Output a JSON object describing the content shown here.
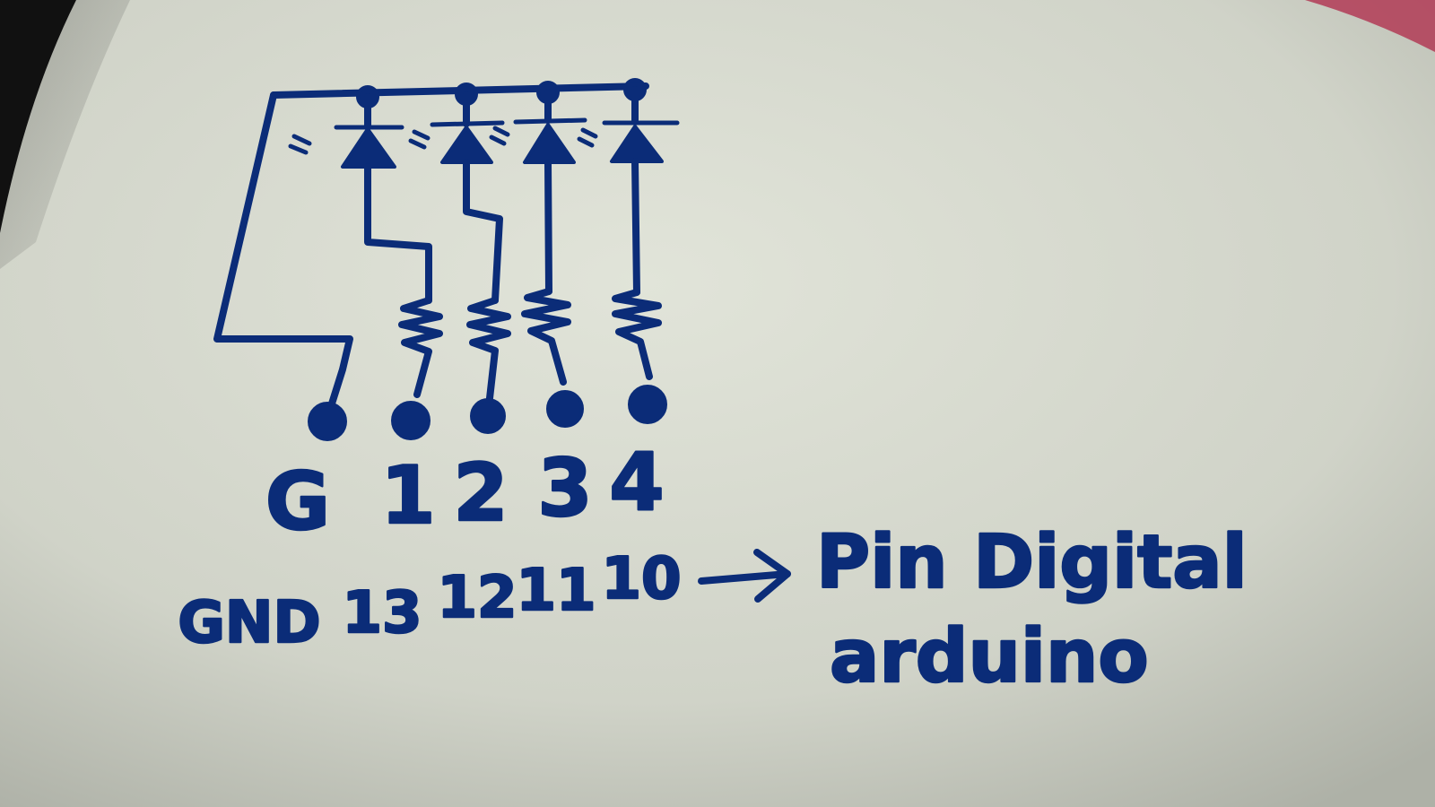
{
  "colors": {
    "ink": "#0b2c78",
    "paper": "#dde0d5",
    "paper_shadow": "#b9bcb2",
    "background": "#111111"
  },
  "diagram": {
    "components": [
      "led-1",
      "led-2",
      "led-3",
      "led-4",
      "resistor-1",
      "resistor-2",
      "resistor-3",
      "resistor-4"
    ],
    "header_labels": [
      "G",
      "1",
      "2",
      "3",
      "4"
    ],
    "pin_labels": [
      "GND",
      "13",
      "12",
      "11",
      "10"
    ],
    "arrow_icon": "right-arrow-icon",
    "note_line_1": "Pin Digital",
    "note_line_2": "arduino"
  }
}
